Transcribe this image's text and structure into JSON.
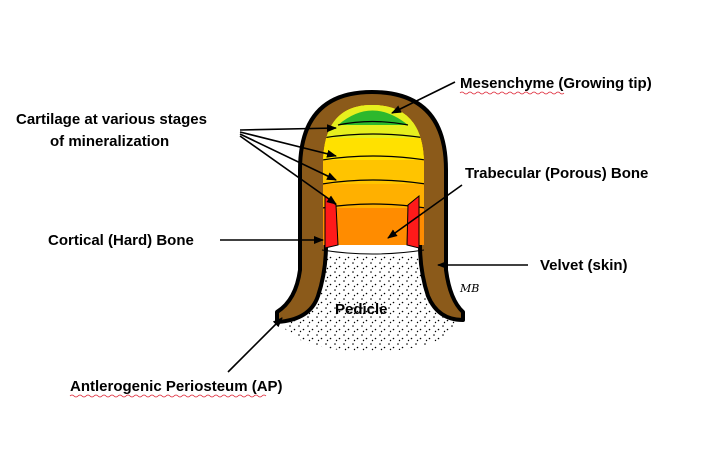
{
  "labels": {
    "mesenchyme": "Mesenchyme (Growing tip)",
    "cartilage_line1": "Cartilage at various stages",
    "cartilage_line2": "of mineralization",
    "trabecular": "Trabecular (Porous) Bone",
    "cortical": "Cortical (Hard) Bone",
    "velvet": "Velvet (skin)",
    "pedicle": "Pedicle",
    "periosteum": "Antlerogenic Periosteum (AP)",
    "signature": "MB"
  },
  "colors": {
    "velvet_outline": "#000000",
    "velvet_fill": "#8b5a1a",
    "mesenchyme": "#2db82d",
    "cartilage_1": "#e6ef1e",
    "cartilage_2": "#ffe100",
    "cartilage_3": "#ffc400",
    "cartilage_4": "#ffb000",
    "trabecular": "#ff8c00",
    "cortical": "#ff1a1a",
    "pedicle_dots": "#000000"
  }
}
